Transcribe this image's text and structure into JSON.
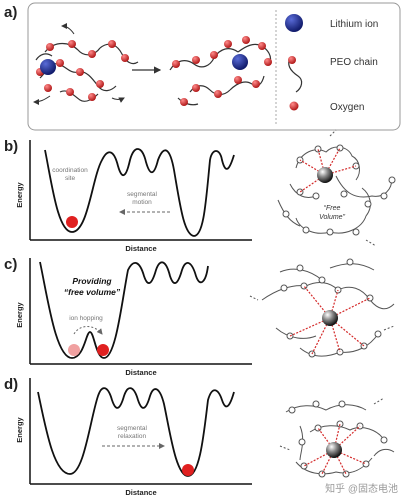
{
  "panels": {
    "a": {
      "letter": "a)",
      "legend": {
        "lithium_ion": "Lithium ion",
        "peo_chain": "PEO chain",
        "oxygen": "Oxygen"
      }
    },
    "b": {
      "letter": "b)",
      "energy_label": "Energy",
      "distance_label": "Distance",
      "site_label_1": "coordination",
      "site_label_2": "site",
      "motion_label_1": "segmental",
      "motion_label_2": "motion",
      "free_volume_1": "“Free",
      "free_volume_2": "Volume”"
    },
    "c": {
      "letter": "c)",
      "energy_label": "Energy",
      "distance_label": "Distance",
      "providing_1": "Providing",
      "providing_2": "“free volume”",
      "hopping_label": "ion hopping"
    },
    "d": {
      "letter": "d)",
      "energy_label": "Energy",
      "distance_label": "Distance",
      "relax_label_1": "segmental",
      "relax_label_2": "relaxation"
    }
  },
  "watermark": "知乎 @固态电池",
  "colors": {
    "lithium": "#1f2f8f",
    "oxygen": "#d42a2a",
    "ion_red": "#e02020",
    "ion_faded": "#f0a0a0",
    "frame": "#999999",
    "dash_red": "#d42a2a"
  }
}
